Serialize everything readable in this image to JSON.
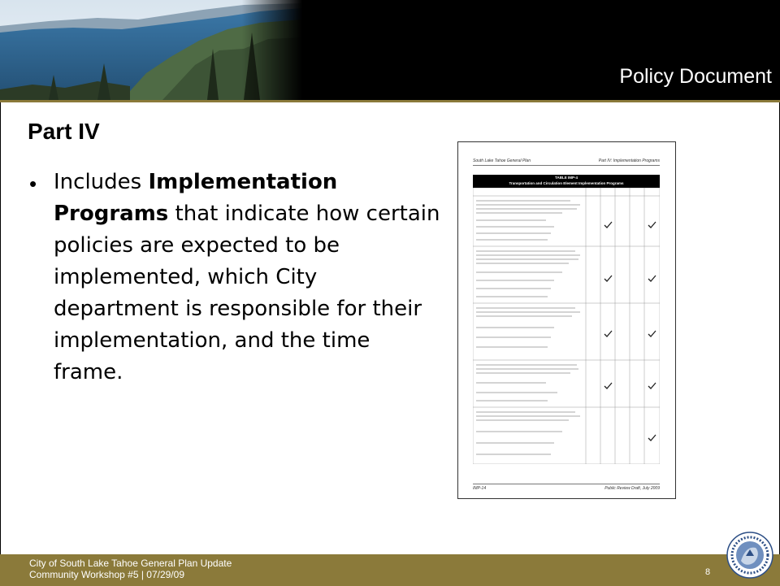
{
  "header": {
    "title": "Policy Document",
    "photo_description_icon": "lake-mountain-photo"
  },
  "content": {
    "heading": "Part IV",
    "bullet": {
      "text_before": "Includes ",
      "bold": "Implementation Programs",
      "text_after": " that indicate how certain policies are expected to be implemented, which City department is responsible for their implementation, and the time frame."
    }
  },
  "document": {
    "header_left": "South Lake Tahoe General Plan",
    "header_right": "Part IV: Implementation Programs",
    "table_title": "TABLE IMP-4",
    "table_subtitle": "Transportation and Circulation Element Implementation Programs",
    "footer_left": "IMP-14",
    "footer_right": "Public Review Draft, July 2009"
  },
  "footer": {
    "line1": "City of South Lake Tahoe General Plan Update",
    "line2": "Community Workshop #5 | 07/29/09",
    "page_number": "8"
  },
  "colors": {
    "accent": "#8b7a3a",
    "header_bg": "#000000"
  }
}
